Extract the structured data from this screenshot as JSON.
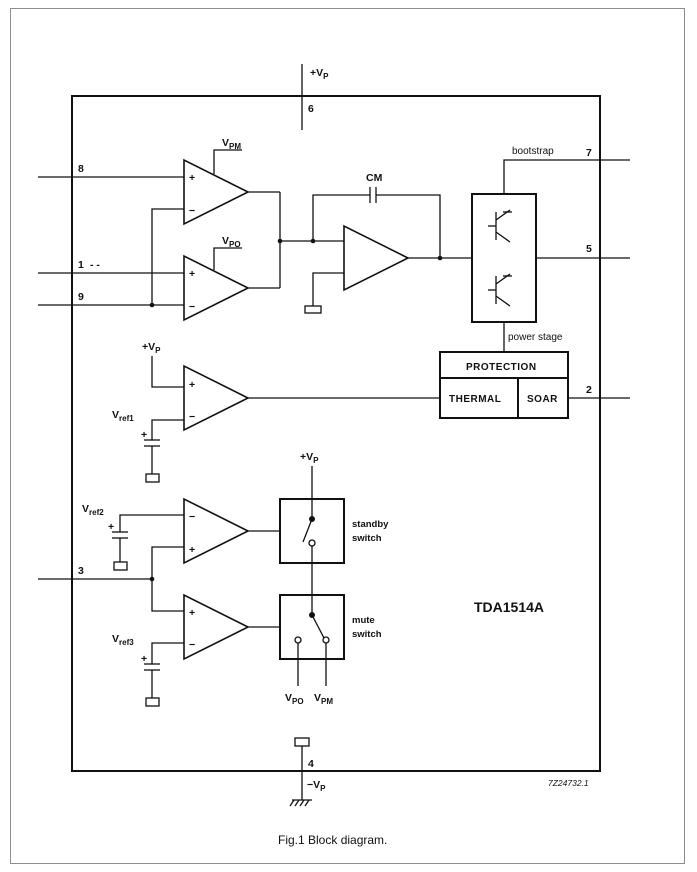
{
  "chip_name": "TDA1514A",
  "drawing_code": "7Z24732.1",
  "caption": "Fig.1  Block diagram.",
  "pins": {
    "p1": "1",
    "p2": "2",
    "p3": "3",
    "p4": "4",
    "p5": "5",
    "p6": "6",
    "p7": "7",
    "p8": "8",
    "p9": "9"
  },
  "supply": {
    "vp_plus": "+V",
    "vp_minus": "−V",
    "p_sub": "P",
    "v": "V",
    "pm": "PM",
    "po": "PO",
    "ref": "ref"
  },
  "refs": {
    "r1": "1",
    "r2": "2",
    "r3": "3"
  },
  "labels": {
    "cm": "CM",
    "bootstrap": "bootstrap",
    "power_stage": "power stage",
    "protection": "PROTECTION",
    "thermal": "THERMAL",
    "soar": "SOAR",
    "standby_1": "standby",
    "standby_2": "switch",
    "mute_1": "mute",
    "mute_2": "switch",
    "plus": "+",
    "minus": "−",
    "pin1_marks": "- -"
  }
}
